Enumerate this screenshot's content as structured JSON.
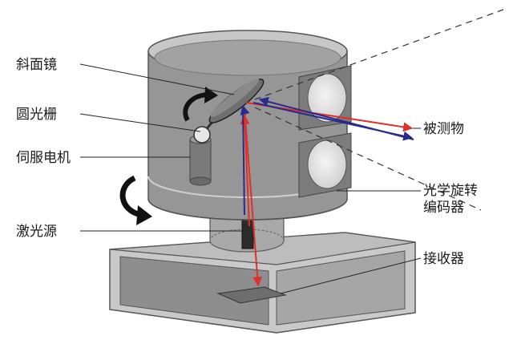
{
  "labels": {
    "mirror": "斜面镜",
    "grating": "圆光栅",
    "motor": "伺服电机",
    "laser": "激光源",
    "target": "被测物",
    "encoder_line1": "光学旋转",
    "encoder_line2": "编码器",
    "receiver": "接收器"
  },
  "colors": {
    "outgoing_beam": "#e0302a",
    "return_beam": "#2a2a8c",
    "housing": "#9a9a9a"
  }
}
